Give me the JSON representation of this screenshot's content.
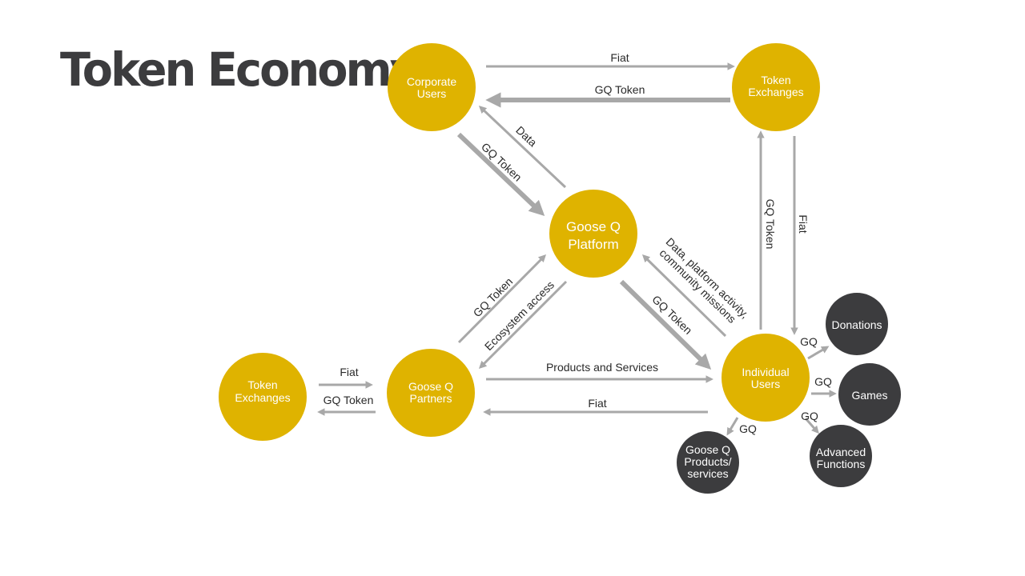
{
  "title": "Token Economy",
  "colors": {
    "node_primary": "#dfb300",
    "node_secondary": "#3c3c3e",
    "edge": "#a8a8a8"
  },
  "nodes": {
    "corporate_users": [
      "Corporate",
      "Users"
    ],
    "token_exchanges_top": [
      "Token",
      "Exchanges"
    ],
    "platform": [
      "Goose Q",
      "Platform"
    ],
    "partners": [
      "Goose Q",
      "Partners"
    ],
    "token_exchanges_left": [
      "Token",
      "Exchanges"
    ],
    "individual_users": [
      "Individual",
      "Users"
    ],
    "donations": [
      "Donations"
    ],
    "games": [
      "Games"
    ],
    "advanced_functions": [
      "Advanced",
      "Functions"
    ],
    "products_services": [
      "Goose Q",
      "Products/",
      "services"
    ]
  },
  "edges": {
    "corp_to_exch_fiat": "Fiat",
    "exch_to_corp_token": "GQ Token",
    "platform_to_corp_data": "Data",
    "corp_to_platform_token": "GQ Token",
    "exch_to_indiv_fiat": "Fiat",
    "indiv_to_exch_token": "GQ Token",
    "indiv_to_platform_data": [
      "Data, platform activity,",
      "community missions"
    ],
    "platform_to_indiv_token": "GQ Token",
    "partners_to_platform_token": "GQ Token",
    "platform_to_partners_access": "Ecosystem access",
    "partners_to_indiv_products": "Products and Services",
    "indiv_to_partners_fiat": "Fiat",
    "left_exch_to_partners_fiat": "Fiat",
    "partners_to_left_exch_token": "GQ Token",
    "indiv_to_donations": "GQ",
    "indiv_to_games": "GQ",
    "indiv_to_advanced": "GQ",
    "indiv_to_products": "GQ"
  }
}
